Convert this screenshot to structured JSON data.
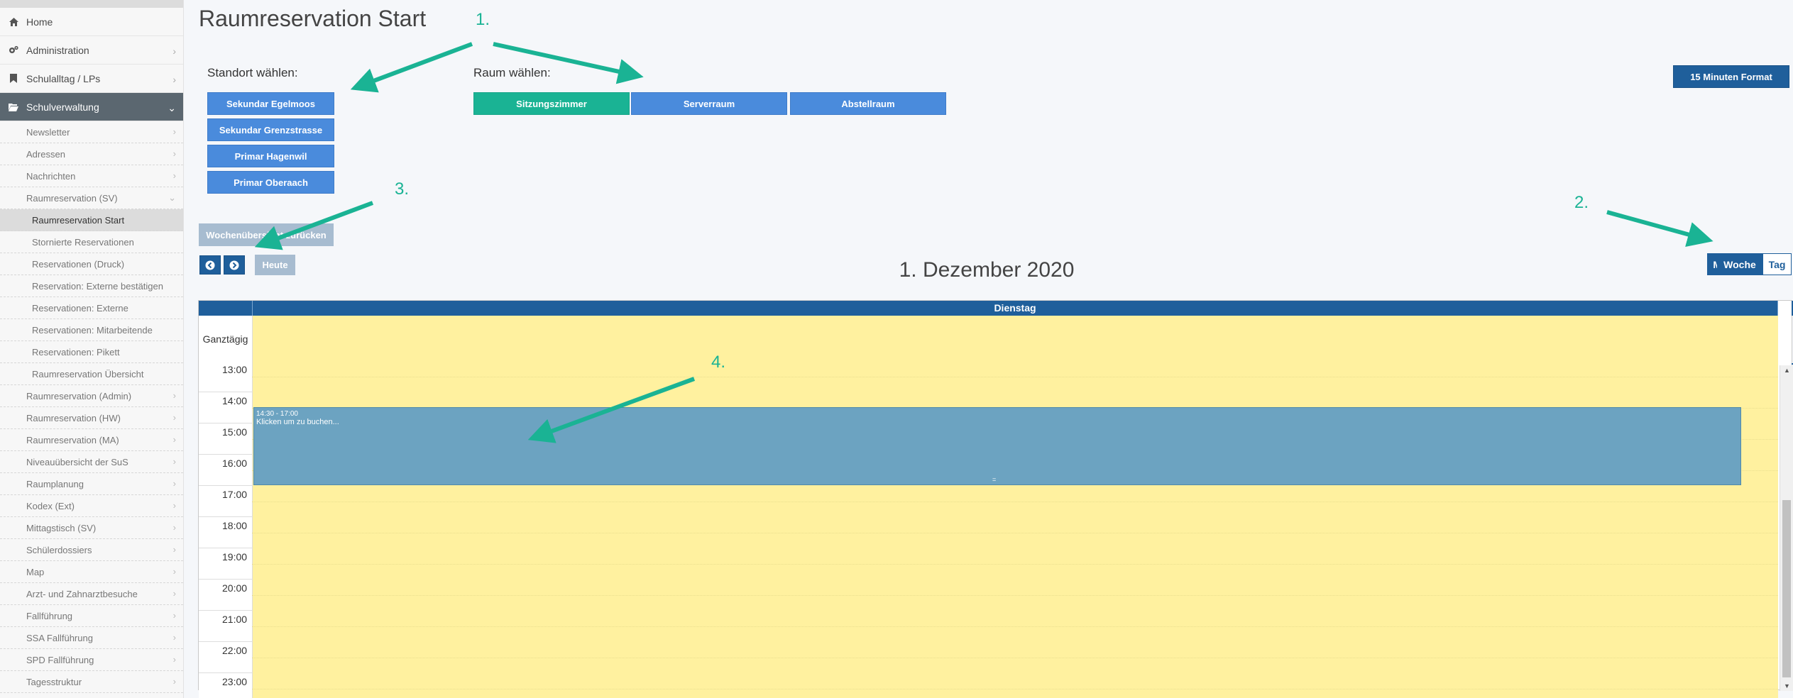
{
  "sidebar": {
    "main_items": [
      {
        "label": "Home"
      },
      {
        "label": "Administration"
      },
      {
        "label": "Schulalltag / LPs"
      },
      {
        "label": "Schulverwaltung"
      }
    ],
    "sub_items": [
      {
        "label": "Newsletter"
      },
      {
        "label": "Adressen"
      },
      {
        "label": "Nachrichten"
      },
      {
        "label": "Raumreservation (SV)"
      },
      {
        "label": "Raumreservation Start"
      },
      {
        "label": "Stornierte Reservationen"
      },
      {
        "label": "Reservationen (Druck)"
      },
      {
        "label": "Reservation: Externe bestätigen"
      },
      {
        "label": "Reservationen: Externe"
      },
      {
        "label": "Reservationen: Mitarbeitende"
      },
      {
        "label": "Reservationen: Pikett"
      },
      {
        "label": "Raumreservation Übersicht"
      },
      {
        "label": "Raumreservation (Admin)"
      },
      {
        "label": "Raumreservation (HW)"
      },
      {
        "label": "Raumreservation (MA)"
      },
      {
        "label": "Niveauübersicht der SuS"
      },
      {
        "label": "Raumplanung"
      },
      {
        "label": "Kodex (Ext)"
      },
      {
        "label": "Mittagstisch (SV)"
      },
      {
        "label": "Schülerdossiers"
      },
      {
        "label": "Map"
      },
      {
        "label": "Arzt- und Zahnarztbesuche"
      },
      {
        "label": "Fallführung"
      },
      {
        "label": "SSA Fallführung"
      },
      {
        "label": "SPD Fallführung"
      },
      {
        "label": "Tagesstruktur"
      }
    ]
  },
  "page": {
    "title": "Raumreservation Start",
    "standort_label": "Standort wählen:",
    "raum_label": "Raum wählen:",
    "format_button": "15 Minuten Format",
    "standorte": [
      "Sekundar Egelmoos",
      "Sekundar Grenzstrasse",
      "Primar Hagenwil",
      "Primar Oberaach"
    ],
    "raeume": [
      "Sitzungszimmer",
      "Serverraum",
      "Abstellraum"
    ],
    "week_overview_button": "Wochenübersicht zurücken",
    "today_button": "Heute",
    "prev_icon": "chevron-left-circle",
    "next_icon": "chevron-right-circle"
  },
  "calendar": {
    "date_title": "1. Dezember 2020",
    "view_buttons": [
      "Monat",
      "Woche",
      "Tag"
    ],
    "active_view": "Tag",
    "day_header": "Dienstag",
    "allday_label": "Ganztägig",
    "hours": [
      "13:00",
      "14:00",
      "15:00",
      "16:00",
      "17:00",
      "18:00",
      "19:00",
      "20:00",
      "21:00",
      "22:00",
      "23:00"
    ],
    "event": {
      "time": "14:30 - 17:00",
      "title": "Klicken um zu buchen..."
    }
  },
  "annotations": [
    "1.",
    "2.",
    "3.",
    "4."
  ],
  "colors": {
    "accent_blue": "#4a8bdc",
    "accent_green": "#1ab394",
    "dark_blue": "#1f5f9b",
    "calendar_yellow": "#fff19f",
    "event_blue": "#6ca3c1"
  }
}
